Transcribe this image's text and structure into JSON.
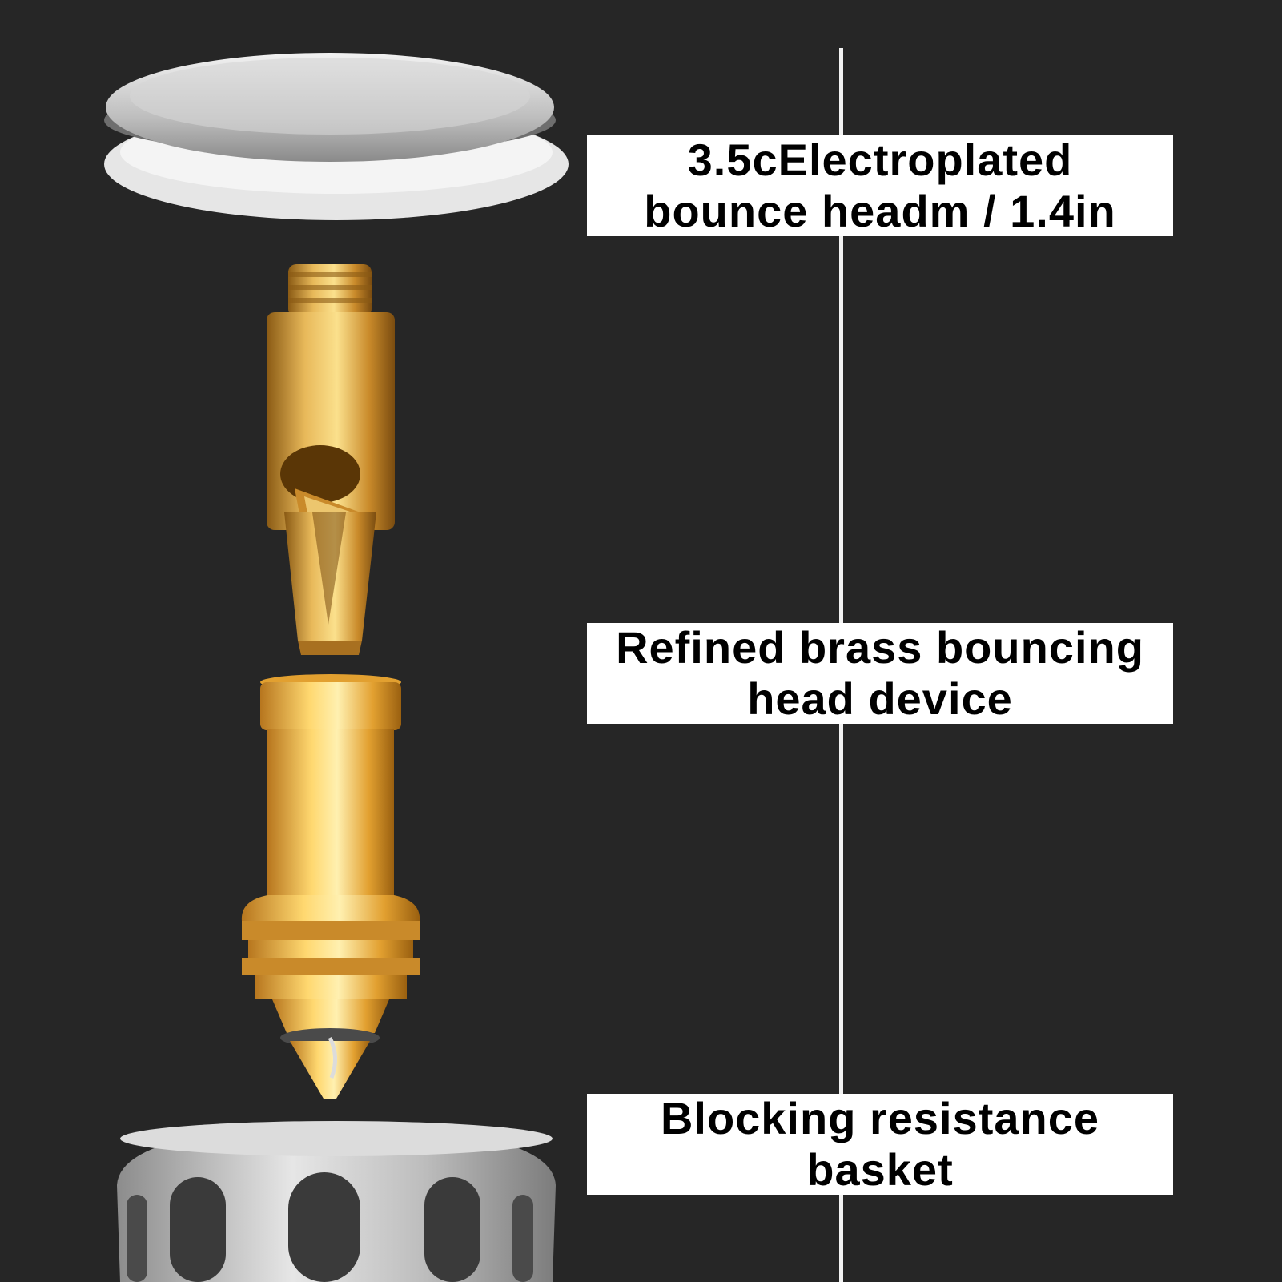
{
  "labels": [
    {
      "line1": "3.5cElectroplated",
      "line2": "bounce headm / 1.4in"
    },
    {
      "line1": "Refined brass bouncing",
      "line2": "head device"
    },
    {
      "line1": "Blocking resistance",
      "line2": "basket"
    }
  ],
  "colors": {
    "background": "#262626",
    "label_bg": "#ffffff",
    "label_text": "#000000",
    "brass": "#d9a441",
    "steel": "#c8c8c8"
  }
}
